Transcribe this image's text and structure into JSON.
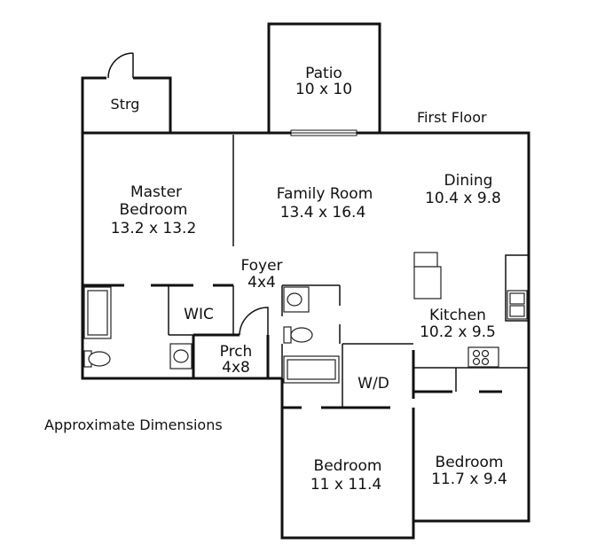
{
  "header": {
    "floor_label": "First Floor",
    "note": "Approximate Dimensions"
  },
  "rooms": {
    "storage": {
      "name": "Strg"
    },
    "patio": {
      "name": "Patio",
      "dims": "10 x 10"
    },
    "master": {
      "name_line1": "Master",
      "name_line2": "Bedroom",
      "dims": "13.2 x 13.2"
    },
    "family": {
      "name": "Family Room",
      "dims": "13.4 x 16.4"
    },
    "dining": {
      "name": "Dining",
      "dims": "10.4 x 9.8"
    },
    "foyer": {
      "name": "Foyer",
      "dims": "4x4"
    },
    "wic": {
      "name": "WIC"
    },
    "porch": {
      "name": "Prch",
      "dims": "4x8"
    },
    "kitchen": {
      "name": "Kitchen",
      "dims": "10.2 x 9.5"
    },
    "laundry": {
      "name": "W/D"
    },
    "bedroom2": {
      "name": "Bedroom",
      "dims": "11 x 11.4"
    },
    "bedroom3": {
      "name": "Bedroom",
      "dims": "11.7 x 9.4"
    }
  },
  "colors": {
    "wall": "#111111",
    "background": "#ffffff"
  }
}
